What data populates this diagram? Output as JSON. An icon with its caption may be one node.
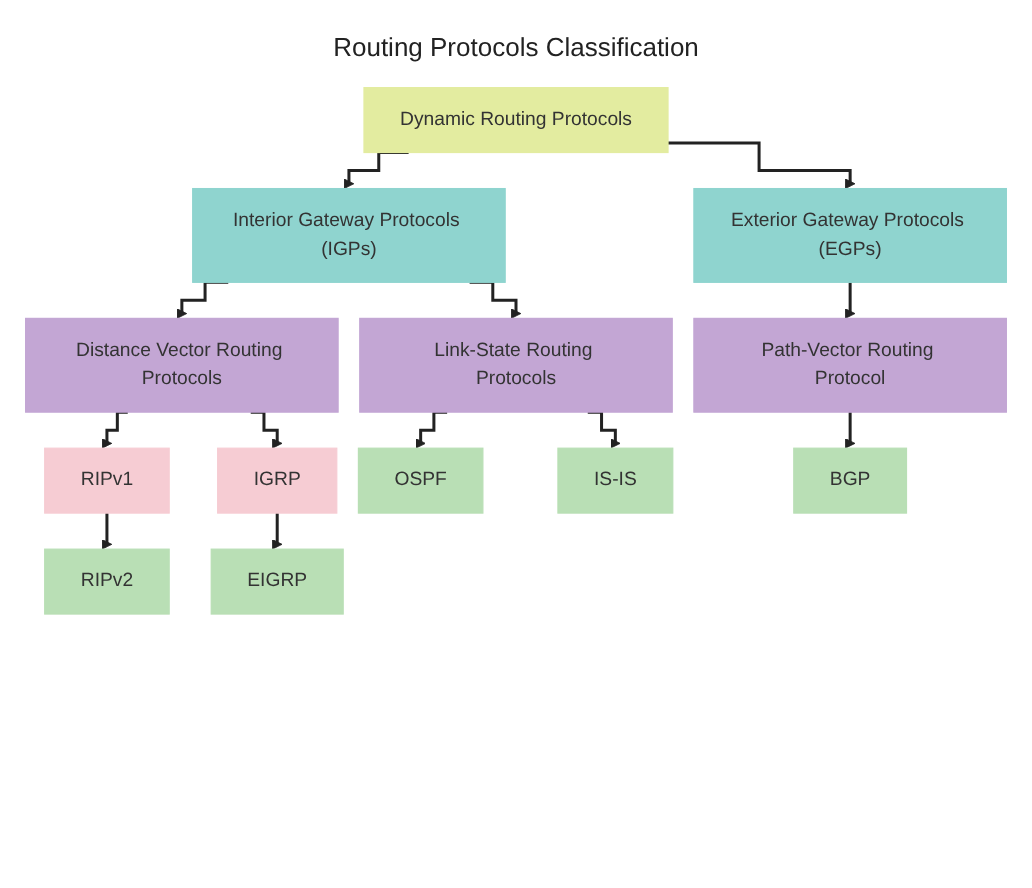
{
  "diagram": {
    "title": "Routing Protocols Classification",
    "nodes": [
      {
        "text": [
          "Dynamic Routing Protocols"
        ]
      },
      {
        "text": [
          "Interior Gateway Protocols (IGPs)"
        ]
      },
      {
        "text": [
          "Exterior Gateway Protocols (EGPs)"
        ]
      },
      {
        "text": [
          "Distance Vector Routing Protocols"
        ]
      },
      {
        "text": [
          "Link-State Routing Protocols"
        ]
      },
      {
        "text": [
          "Path-Vector Routing Protocol"
        ]
      },
      {
        "text": [
          "RIPv1"
        ]
      },
      {
        "text": [
          "IGRP"
        ]
      },
      {
        "text": [
          "RIPv2"
        ]
      },
      {
        "text": [
          "EIGRP"
        ]
      },
      {
        "text": [
          "OSPF"
        ]
      },
      {
        "text": [
          "IS-IS"
        ]
      },
      {
        "text": [
          "BGP"
        ]
      }
    ],
    "edges": [
      {
        "from": 0,
        "to": 1,
        "arrow": "to"
      },
      {
        "from": 0,
        "to": 2,
        "arrow": "to"
      },
      {
        "from": 1,
        "to": 3,
        "arrow": "to"
      },
      {
        "from": 1,
        "to": 4,
        "arrow": "to"
      },
      {
        "from": 2,
        "to": 5,
        "arrow": "to"
      },
      {
        "from": 3,
        "to": 6,
        "arrow": "to"
      },
      {
        "from": 3,
        "to": 7,
        "arrow": "to"
      },
      {
        "from": 6,
        "to": 8,
        "arrow": "to"
      },
      {
        "from": 7,
        "to": 9,
        "arrow": "to"
      },
      {
        "from": 4,
        "to": 10,
        "arrow": "to"
      },
      {
        "from": 4,
        "to": 11,
        "arrow": "to"
      },
      {
        "from": 5,
        "to": 12,
        "arrow": "to"
      }
    ]
  }
}
